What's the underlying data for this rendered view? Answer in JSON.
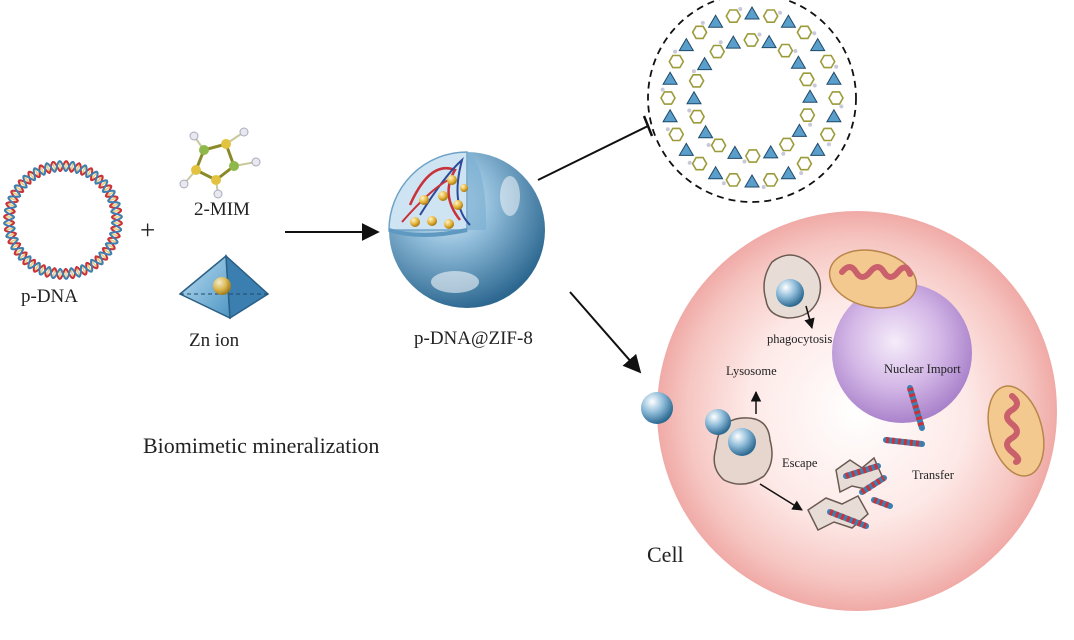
{
  "labels": {
    "pdna": "p-DNA",
    "plus": "+",
    "mim": "2-MIM",
    "zn": "Zn ion",
    "composite": "p-DNA@ZIF-8",
    "process": "Biomimetic mineralization",
    "cell": "Cell",
    "phagocytosis": "phagocytosis",
    "lysosome": "Lysosome",
    "nuclear_import": "Nuclear Import",
    "escape": "Escape",
    "transfer": "Transfer"
  },
  "colors": {
    "dna_red": "#c8323a",
    "dna_blue": "#3d7fb0",
    "zif_blue": "#4f8db7",
    "cell_pink": "#f3b8b4",
    "nucleus": "#b98bd6",
    "mito_outer": "#f3c98f",
    "mito_inner": "#d9777f"
  }
}
